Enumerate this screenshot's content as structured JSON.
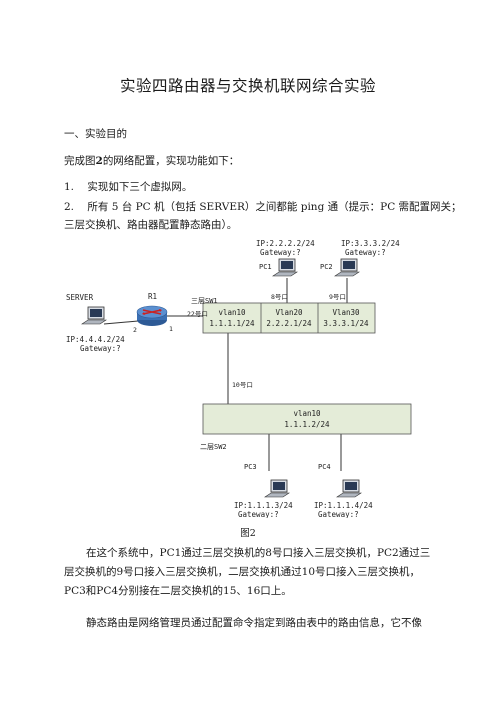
{
  "doc": {
    "title": "实验四路由器与交换机联网综合实验",
    "section1_heading": "一、实验目的",
    "intro_a": "完成图",
    "intro_b": "2",
    "intro_c": "的网络配置，实现功能如下：",
    "item1_num": "1.",
    "item1_text": "实现如下三个虚拟网。",
    "item2_num": "2.",
    "item2_line1": "所有 5 台 PC 机（包括 SERVER）之间都能 ping 通（提示：PC 需配置网关；",
    "item2_line2": "三层交换机、路由器配置静态路由）。",
    "figure_caption": "图2",
    "para1_line1": "在这个系统中，PC1通过三层交换机的8号口接入三层交换机，PC2通过三",
    "para1_line2": "层交换机的9号口接入三层交换机，二层交换机通过10号口接入三层交换机，",
    "para1_line3": "PC3和PC4分别接在二层交换机的15、16口上。",
    "para2_line1": "静态路由是网络管理员通过配置命令指定到路由表中的路由信息，它不像"
  },
  "diagram": {
    "pc1_ip": "IP:2.2.2.2/24",
    "pc1_gw": "Gateway:?",
    "pc1_label": "PC1",
    "pc2_ip": "IP:3.3.3.2/24",
    "pc2_gw": "Gateway:?",
    "pc2_label": "PC2",
    "server_label": "SERVER",
    "server_ip": "IP:4.4.4.2/24",
    "server_gw": "Gateway:?",
    "router_label": "R1",
    "router_port2": "2",
    "router_port1": "1",
    "sw1_label": "三层SW1",
    "port22": "22号口",
    "port8": "8号口",
    "port9": "9号口",
    "port10": "10号口",
    "vlan10a_name": "vlan10",
    "vlan10a_ip": "1.1.1.1/24",
    "vlan20_name": "Vlan20",
    "vlan20_ip": "2.2.2.1/24",
    "vlan30_name": "Vlan30",
    "vlan30_ip": "3.3.3.1/24",
    "vlan10b_name": "vlan10",
    "vlan10b_ip": "1.1.1.2/24",
    "sw2_label": "二层SW2",
    "pc3_label": "PC3",
    "pc3_ip": "IP:1.1.1.3/24",
    "pc3_gw": "Gateway:?",
    "pc4_label": "PC4",
    "pc4_ip": "IP:1.1.1.4/24",
    "pc4_gw": "Gateway:?"
  },
  "colors": {
    "switch_fill": "#e4ecd8",
    "router_blue": "#3a6fb3",
    "router_red": "#cc2222"
  }
}
